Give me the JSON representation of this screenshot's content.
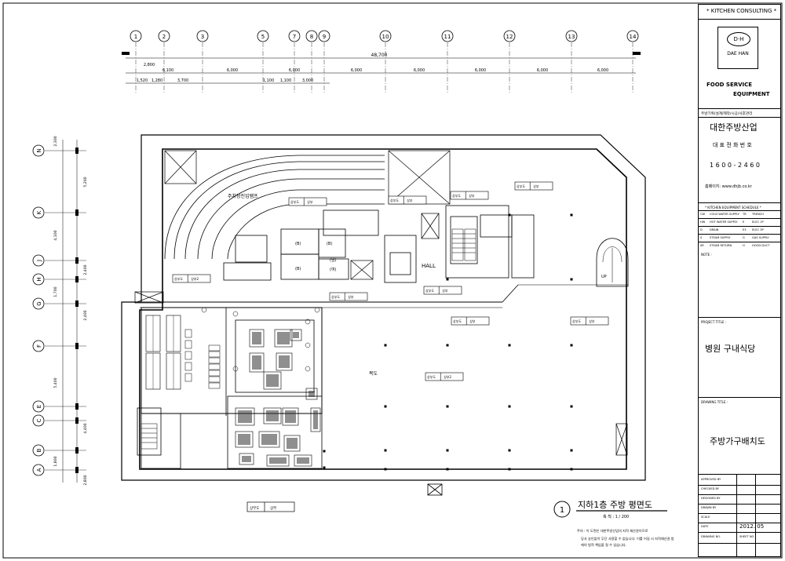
{
  "title_block": {
    "company_header": "* KITCHEN CONSULTING *",
    "logo_initials": "D·H",
    "logo_name": "DAE HAN",
    "fse_line1": "FOOD SERVICE",
    "fse_line2": "EQUIPMENT",
    "services": "주방기획/설계/제작/시공/사후관리",
    "company_kr": "대한주방산업",
    "phone_label": "대 표 전 화 번 호",
    "phone": "1 6 0 0 - 2 4 6 0",
    "web_label": "홈페이지: www.dhjb.co.kr",
    "legend_header": "* KITCHEN EQUIPMENT SCHEDULE *",
    "legend": [
      {
        "code": "CW",
        "label": "COLD WATER SUPPLY",
        "code2": "TR",
        "label2": "TRENCH"
      },
      {
        "code": "HW",
        "label": "HOT WATER SUPPLY",
        "code2": "E",
        "label2": "ELEC 1P"
      },
      {
        "code": "D",
        "label": "DRAIN",
        "code2": "E3",
        "label2": "ELEC 3P"
      },
      {
        "code": "S",
        "label": "STEAM SUPPLY",
        "code2": "G",
        "label2": "GAS SUPPLY"
      },
      {
        "code": "SR",
        "label": "STEAM RETURN",
        "code2": "H",
        "label2": "HOOD DUCT"
      }
    ],
    "note_label": "NOTE :",
    "project_label": "PROJECT TITLE :",
    "project_name": "병원 구내식당",
    "drawing_label": "DRAWING TITLE :",
    "drawing_name": "주방가구배치도",
    "approved": "APPROVED BY",
    "checked": "CHECKED BY",
    "designed": "DESIGNED BY",
    "drawn": "DRAWN BY",
    "scale": "SCALE",
    "date_label": "DATE",
    "date": "2012. 05",
    "drawing_no": "DRAWING NO.",
    "sheet_no": "SHEET NO."
  },
  "plan": {
    "col_grids": [
      "1",
      "2",
      "3",
      "5",
      "7",
      "8",
      "9",
      "10",
      "11",
      "12",
      "13",
      "14"
    ],
    "row_grids": [
      "N",
      "K",
      "J",
      "H",
      "G",
      "F",
      "E",
      "C",
      "B",
      "A"
    ],
    "overall_dim": "48,700",
    "dims_row1": [
      "2,800",
      "6,100",
      "6,000",
      "6,000",
      "6,000",
      "6,000",
      "6,000",
      "6,000",
      "6,000"
    ],
    "dims_row2": [
      "1,520",
      "1,280",
      "3,700",
      "1,100",
      "1,100",
      "3,000"
    ],
    "left_dims": [
      "2,300",
      "5,200",
      "4,100",
      "2,400",
      "1,700",
      "2,400",
      "5,400",
      "4,400",
      "1,800",
      "2,800"
    ],
    "ramp_label": "주차장진입램프",
    "hall_label": "HALL",
    "corridor_label": "복도",
    "up_label": "UP",
    "room_labels": [
      "(B)",
      "(B)",
      "(B)",
      "(남)",
      "(여)"
    ],
    "tag_left": "상부도",
    "tag_right": "상부",
    "tag_right2": "상부2",
    "elev_labels": [
      "상부도",
      "상부"
    ],
    "plan_number": "1",
    "plan_title": "지하1층 주방  평면도",
    "scale_text": "축 척 : 1 / 200",
    "note_line1": "주의 : 이 도면은 대한주방산업의 지적 재산권이므로",
    "note_line2": "당사 승인없이 무단 사용할 수 없습니다. 이를 어길 시 지적재산권 법",
    "note_line3": "에의 법적 책임을 질 수 있습니다."
  }
}
